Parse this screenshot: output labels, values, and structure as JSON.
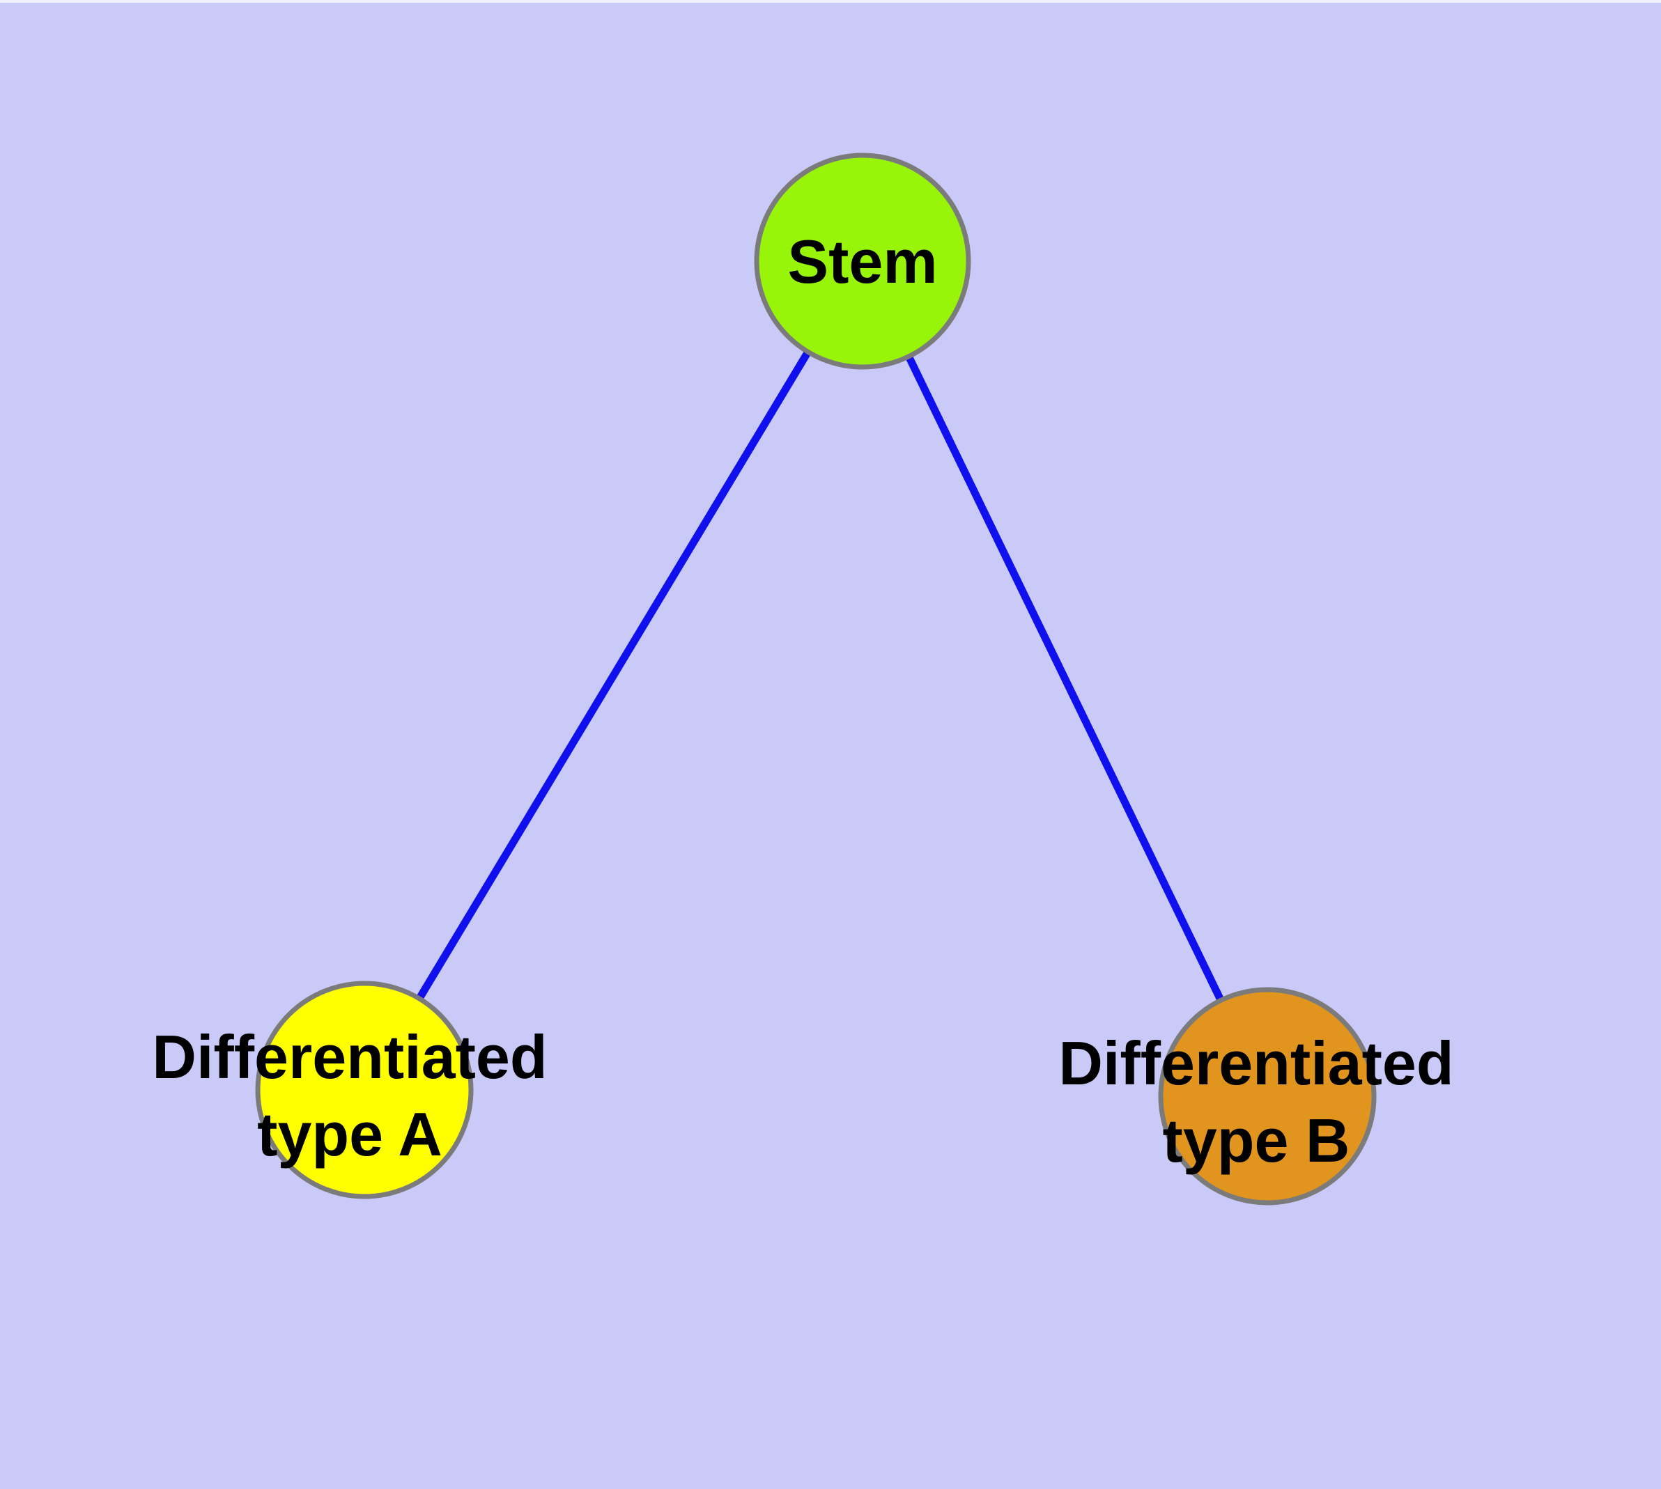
{
  "diagram": {
    "background_color": "#CACAF8",
    "edge_color": "#1010EE",
    "node_border_color": "#7B7B7B",
    "text_color": "#000000",
    "nodes": [
      {
        "id": "stem",
        "label": "Stem",
        "color": "#98F509"
      },
      {
        "id": "differentiated-type-a",
        "label_line1": "Differentiated",
        "label_line2": "type A",
        "color": "#FFFF00"
      },
      {
        "id": "differentiated-type-b",
        "label_line1": "Differentiated",
        "label_line2": "type B",
        "color": "#E2951E"
      }
    ],
    "edges": [
      {
        "from": "Stem",
        "to": "Differentiated type A"
      },
      {
        "from": "Stem",
        "to": "Differentiated type B"
      }
    ]
  }
}
